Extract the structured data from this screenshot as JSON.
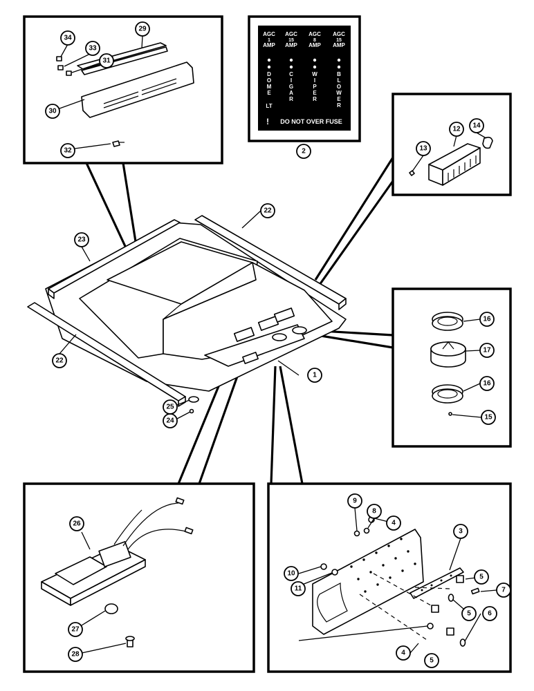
{
  "decal": {
    "columns": [
      {
        "rating_line1": "AGC",
        "rating_line2": "1",
        "rating_line3": "AMP",
        "circuit_letters": [
          "D",
          "O",
          "M",
          "E"
        ],
        "circuit_extra": "LT"
      },
      {
        "rating_line1": "AGC",
        "rating_line2": "15",
        "rating_line3": "AMP",
        "circuit_letters": [
          "C",
          "I",
          "G",
          "A",
          "R"
        ],
        "circuit_extra": ""
      },
      {
        "rating_line1": "AGC",
        "rating_line2": "8",
        "rating_line3": "AMP",
        "circuit_letters": [
          "W",
          "I",
          "P",
          "E",
          "R"
        ],
        "circuit_extra": ""
      },
      {
        "rating_line1": "AGC",
        "rating_line2": "15",
        "rating_line3": "AMP",
        "circuit_letters": [
          "B",
          "L",
          "O",
          "W",
          "E",
          "R"
        ],
        "circuit_extra": ""
      }
    ],
    "warning_text": "DO NOT OVER FUSE",
    "warning_symbol": "!"
  },
  "callouts": {
    "c1": "1",
    "c2": "2",
    "c3": "3",
    "c4a": "4",
    "c4b": "4",
    "c5a": "5",
    "c5b": "5",
    "c5c": "5",
    "c6": "6",
    "c7": "7",
    "c8": "8",
    "c9": "9",
    "c10": "10",
    "c11": "11",
    "c12": "12",
    "c13": "13",
    "c14": "14",
    "c15": "15",
    "c16a": "16",
    "c16b": "16",
    "c17": "17",
    "c22a": "22",
    "c22b": "22",
    "c23": "23",
    "c24": "24",
    "c25": "25",
    "c26": "26",
    "c27": "27",
    "c28": "28",
    "c29": "29",
    "c30": "30",
    "c31": "31",
    "c32": "32",
    "c33": "33",
    "c34": "34"
  },
  "colors": {
    "line": "#000000",
    "decal_background": "#000000",
    "decal_text": "#ffffff"
  }
}
